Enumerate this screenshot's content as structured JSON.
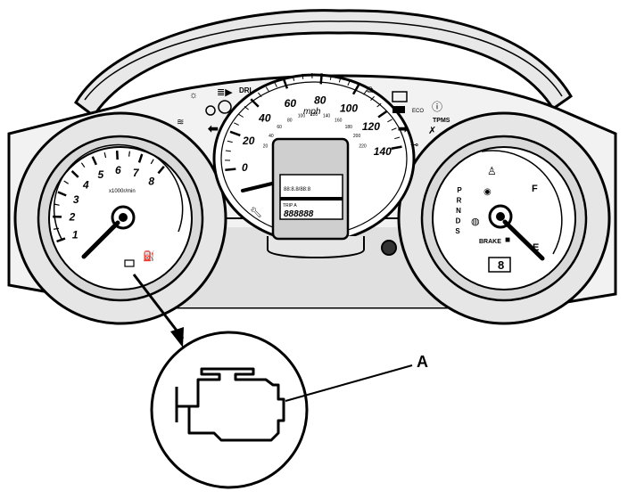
{
  "callout": {
    "label": "A"
  },
  "tachometer": {
    "ticks": [
      "1",
      "2",
      "3",
      "4",
      "5",
      "6",
      "7",
      "8"
    ],
    "unit": "x1000r/min"
  },
  "speedometer": {
    "ticks": [
      "0",
      "20",
      "40",
      "60",
      "80",
      "100",
      "120",
      "140"
    ],
    "unit": "mph",
    "inner_ticks": [
      "20",
      "40",
      "60",
      "80",
      "100",
      "120",
      "140",
      "160",
      "180",
      "200",
      "220"
    ]
  },
  "fuel_gauge": {
    "full_label": "F",
    "empty_label": "E",
    "gear_labels": [
      "P",
      "R",
      "N",
      "D",
      "S"
    ],
    "brake_label": "BRAKE"
  },
  "upper_labels": {
    "drl": "DRL",
    "tpms": "TPMS"
  },
  "display": {
    "odometer": "888888",
    "trip_label": "TRIP A",
    "row2": "88:8.8/88:8"
  },
  "colors": {
    "line": "#000000",
    "face": "#ffffff",
    "light_gray": "#e6e6e6",
    "mid_gray": "#cfcfcf"
  }
}
